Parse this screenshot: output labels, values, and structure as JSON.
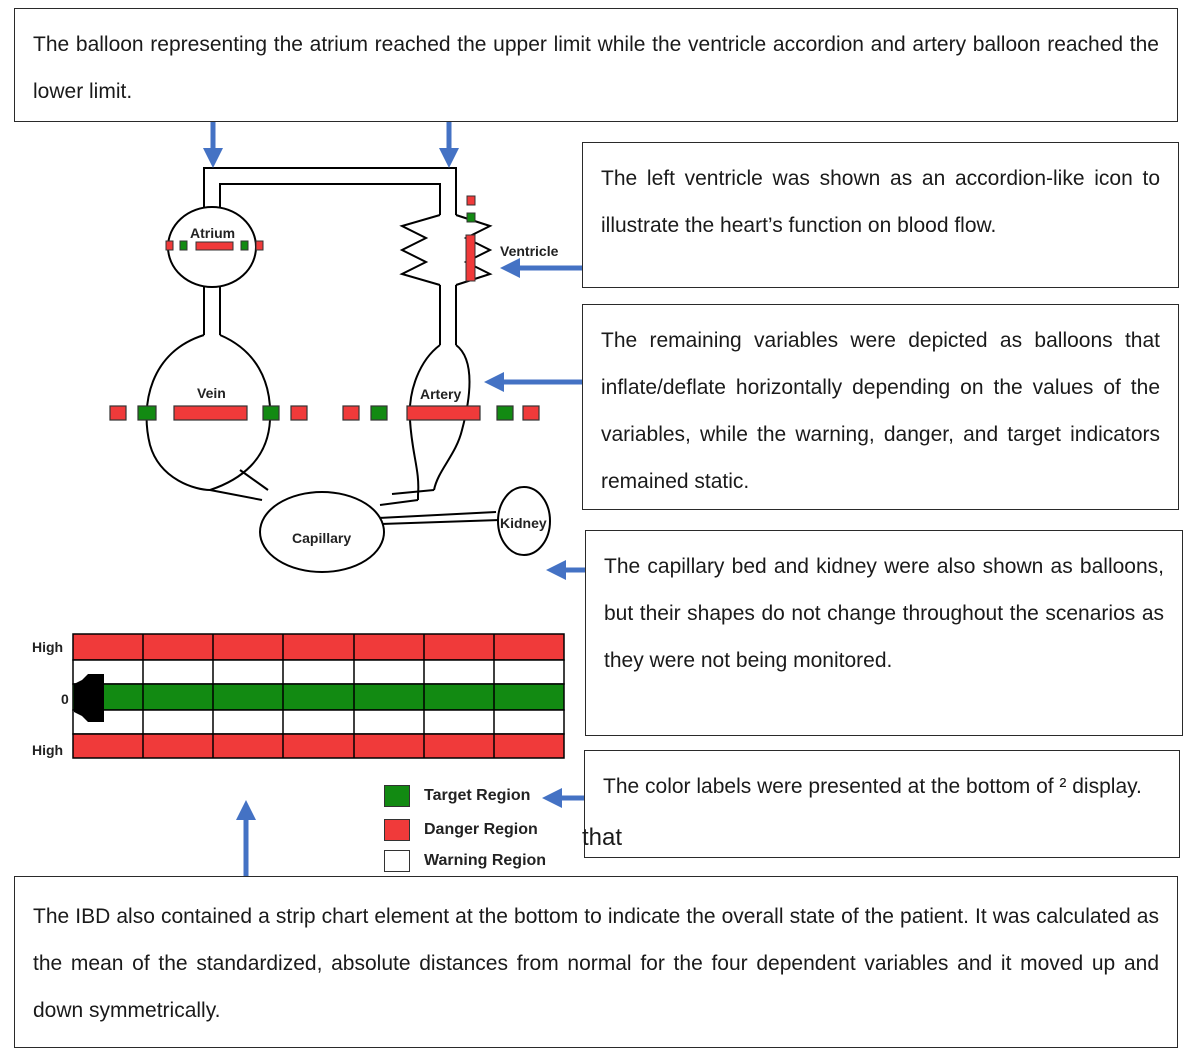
{
  "callouts": {
    "top": "The balloon representing the atrium reached the upper limit while the ventricle accordion and artery balloon reached the lower limit.",
    "ventricle": "The left ventricle was shown as an accordion-like icon to illustrate the heart’s function on blood flow.",
    "balloons": "The remaining variables were depicted as balloons that inflate/deflate horizontally depending on the values of the variables, while the warning, danger, and target indicators remained static.",
    "capillary": "The capillary bed and kidney were also shown as balloons, but their shapes do not change throughout the scenarios as they were not being monitored.",
    "color_labels": "The color labels were presented at the bottom of ² display.",
    "strip_chart": "The IBD also contained a strip chart element at the bottom to indicate the overall state of the patient. It was calculated as the mean of the standardized, absolute distances from normal for the four dependent variables and it moved up and down symmetrically."
  },
  "overflow_word": "that",
  "diagram": {
    "labels": {
      "atrium": "Atrium",
      "ventricle": "Ventricle",
      "vein": "Vein",
      "artery": "Artery",
      "capillary": "Capillary",
      "kidney": "Kidney"
    },
    "strip_chart": {
      "high_top": "High",
      "zero": "0",
      "high_bottom": "High"
    }
  },
  "legend": [
    {
      "label": "Target Region",
      "color": "#128a12"
    },
    {
      "label": "Danger Region",
      "color": "#f03a3a"
    },
    {
      "label": "Warning Region",
      "color": "#ffffff"
    }
  ],
  "colors": {
    "target": "#128a12",
    "danger": "#f03a3a",
    "arrow": "#4472c4",
    "outline": "#000000"
  }
}
